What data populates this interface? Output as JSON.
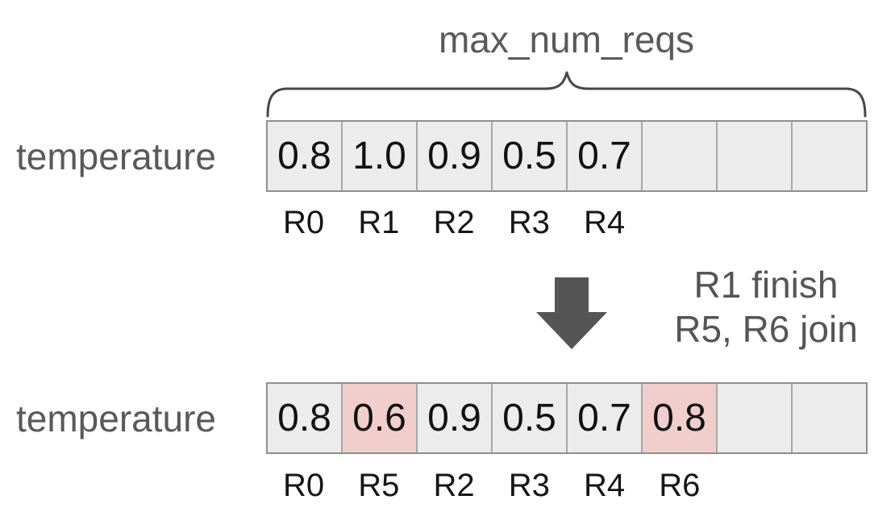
{
  "title": "max_num_reqs",
  "colors": {
    "cell_bg": "#ececec",
    "cell_highlight_bg": "#f1cdcb",
    "cell_border": "#a7a7a7",
    "outer_border": "#8f8f8f",
    "gray_text": "#595959",
    "arrow_gray": "#555555",
    "value_text": "#111111"
  },
  "top_section": {
    "row_label": "temperature",
    "cells": [
      {
        "value": "0.8",
        "highlight": false
      },
      {
        "value": "1.0",
        "highlight": false
      },
      {
        "value": "0.9",
        "highlight": false
      },
      {
        "value": "0.5",
        "highlight": false
      },
      {
        "value": "0.7",
        "highlight": false
      },
      {
        "value": "",
        "highlight": false
      },
      {
        "value": "",
        "highlight": false
      },
      {
        "value": "",
        "highlight": false
      }
    ],
    "req_labels": [
      "R0",
      "R1",
      "R2",
      "R3",
      "R4",
      "",
      "",
      ""
    ]
  },
  "transition": {
    "line1": "R1 finish",
    "line2": "R5, R6 join"
  },
  "bottom_section": {
    "row_label": "temperature",
    "cells": [
      {
        "value": "0.8",
        "highlight": false
      },
      {
        "value": "0.6",
        "highlight": true
      },
      {
        "value": "0.9",
        "highlight": false
      },
      {
        "value": "0.5",
        "highlight": false
      },
      {
        "value": "0.7",
        "highlight": false
      },
      {
        "value": "0.8",
        "highlight": true
      },
      {
        "value": "",
        "highlight": false
      },
      {
        "value": "",
        "highlight": false
      }
    ],
    "req_labels": [
      "R0",
      "R5",
      "R2",
      "R3",
      "R4",
      "R6",
      "",
      ""
    ]
  }
}
